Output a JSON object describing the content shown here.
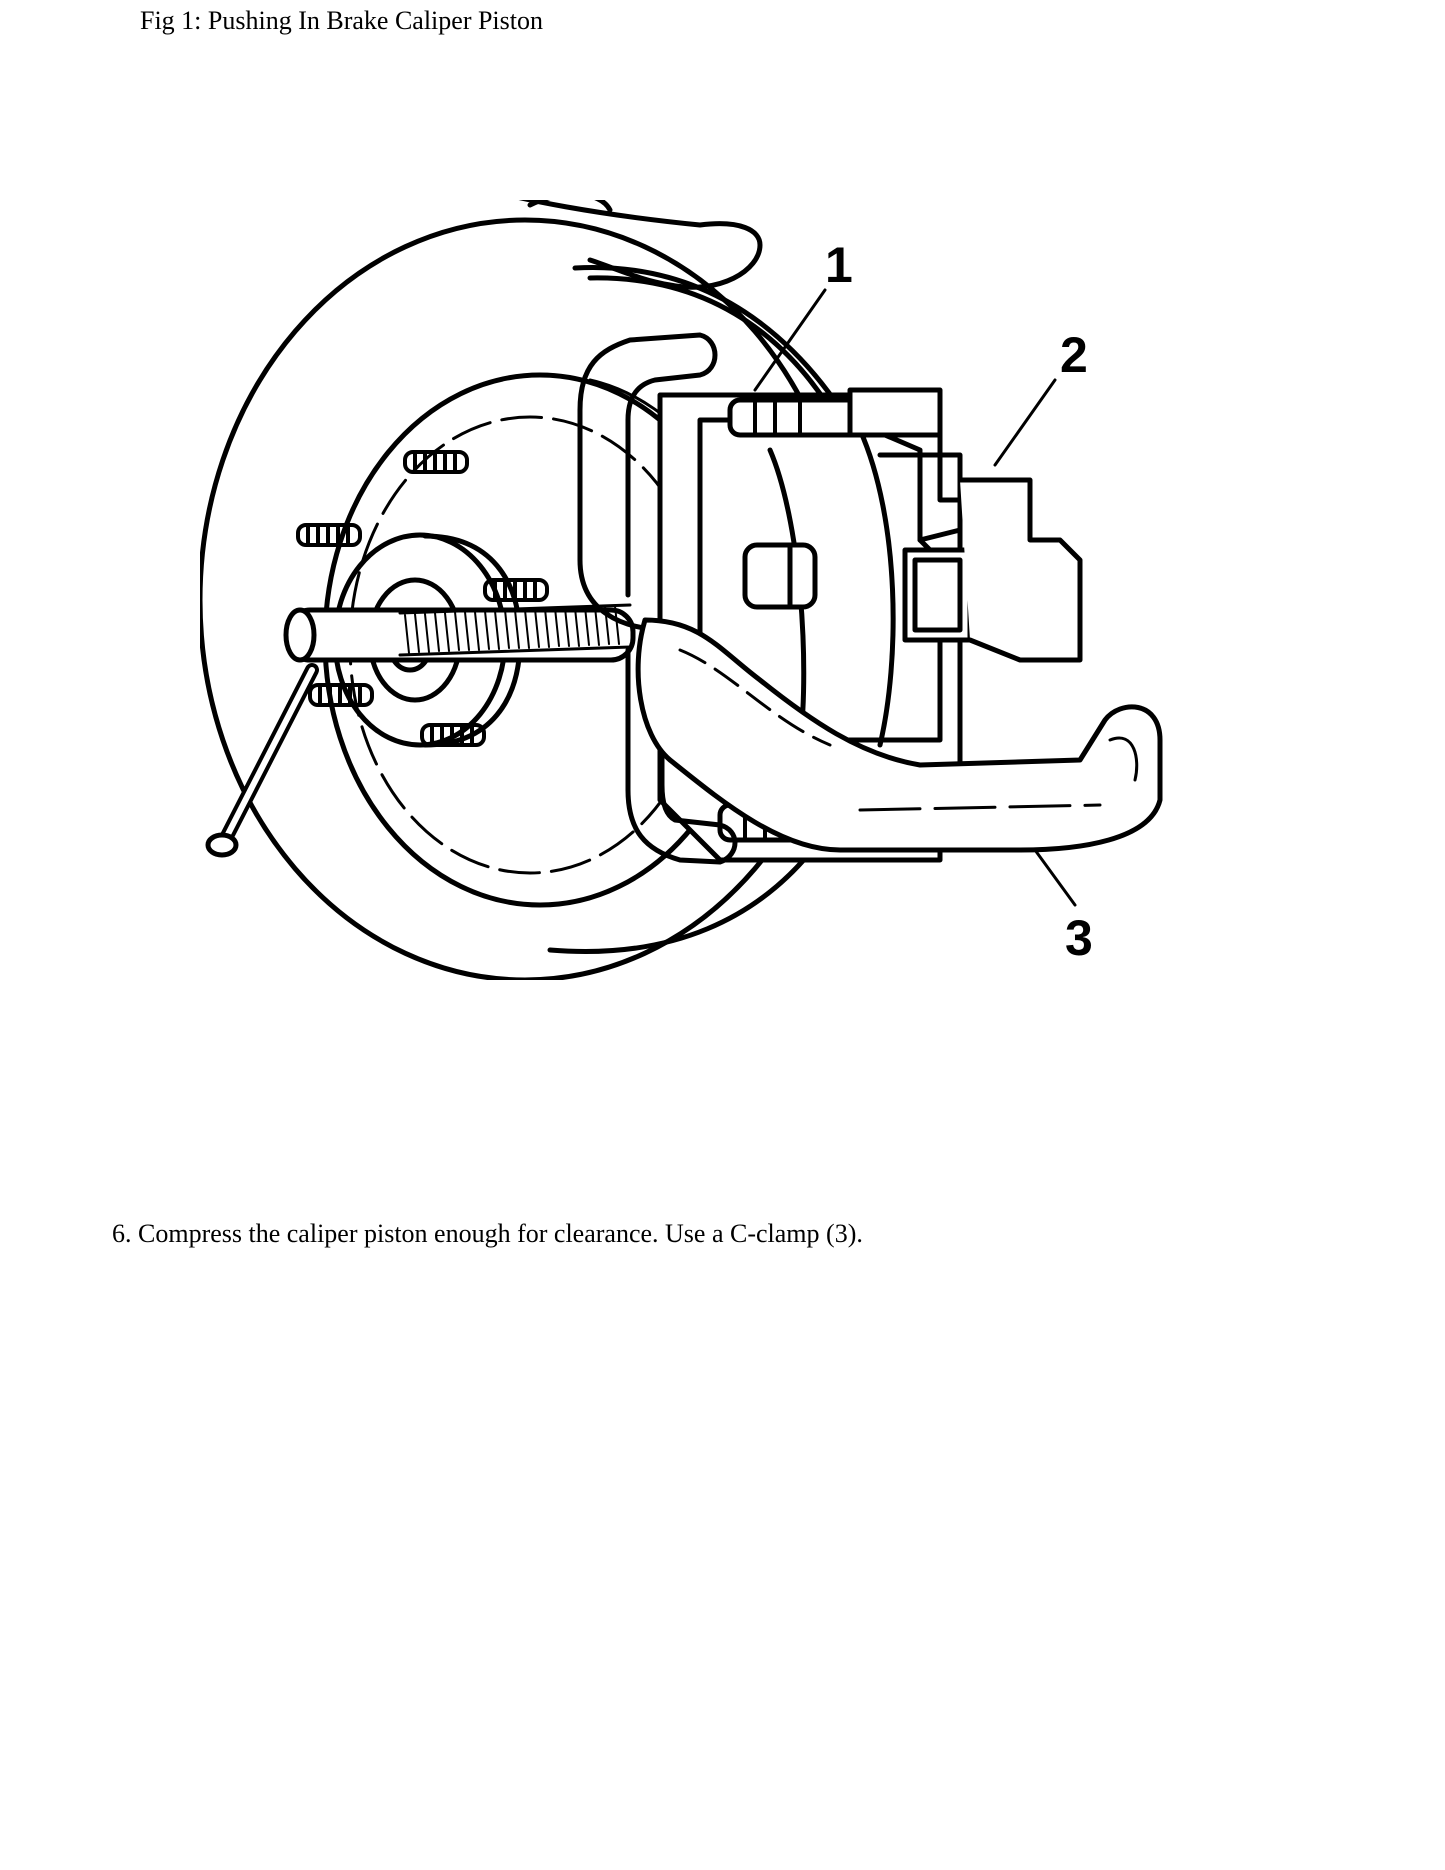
{
  "figure": {
    "caption": "Fig 1: Pushing In Brake Caliper Piston",
    "callouts": [
      "1",
      "2",
      "3"
    ]
  },
  "instructions": {
    "step": "6. Compress the caliper piston enough for clearance. Use a C-clamp (3)."
  }
}
